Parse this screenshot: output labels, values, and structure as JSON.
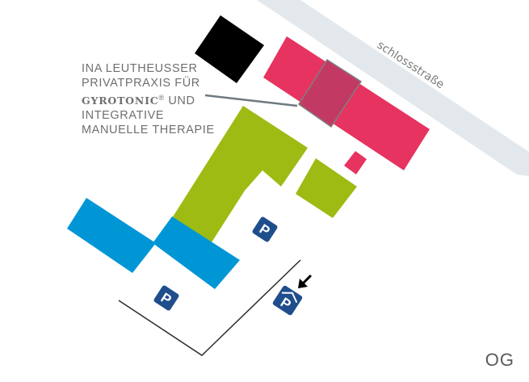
{
  "map": {
    "street_name": "schlossstraße",
    "practice_lines": [
      "INA LEUTHEUSSER",
      "PRIVATPRAXIS FÜR"
    ],
    "brand_name": "GYROTONIC",
    "brand_mark": "®",
    "brand_suffix": " UND",
    "practice_lines_after": [
      "INTEGRATIVE",
      "MANUELLE THERAPIE"
    ],
    "floor": "OG",
    "parking_symbol": "P",
    "parking_count": 3,
    "arrow_icon": "arrow-down-left-icon",
    "colors": {
      "street": "#e2e8ec",
      "black_building": "#000000",
      "pink_building": "#e6335f",
      "highlight": "#c23a64",
      "green_building": "#9dbb13",
      "blue_building": "#0096d6",
      "parking_sign": "#1f4e8c",
      "text": "#6f6f6f"
    }
  }
}
